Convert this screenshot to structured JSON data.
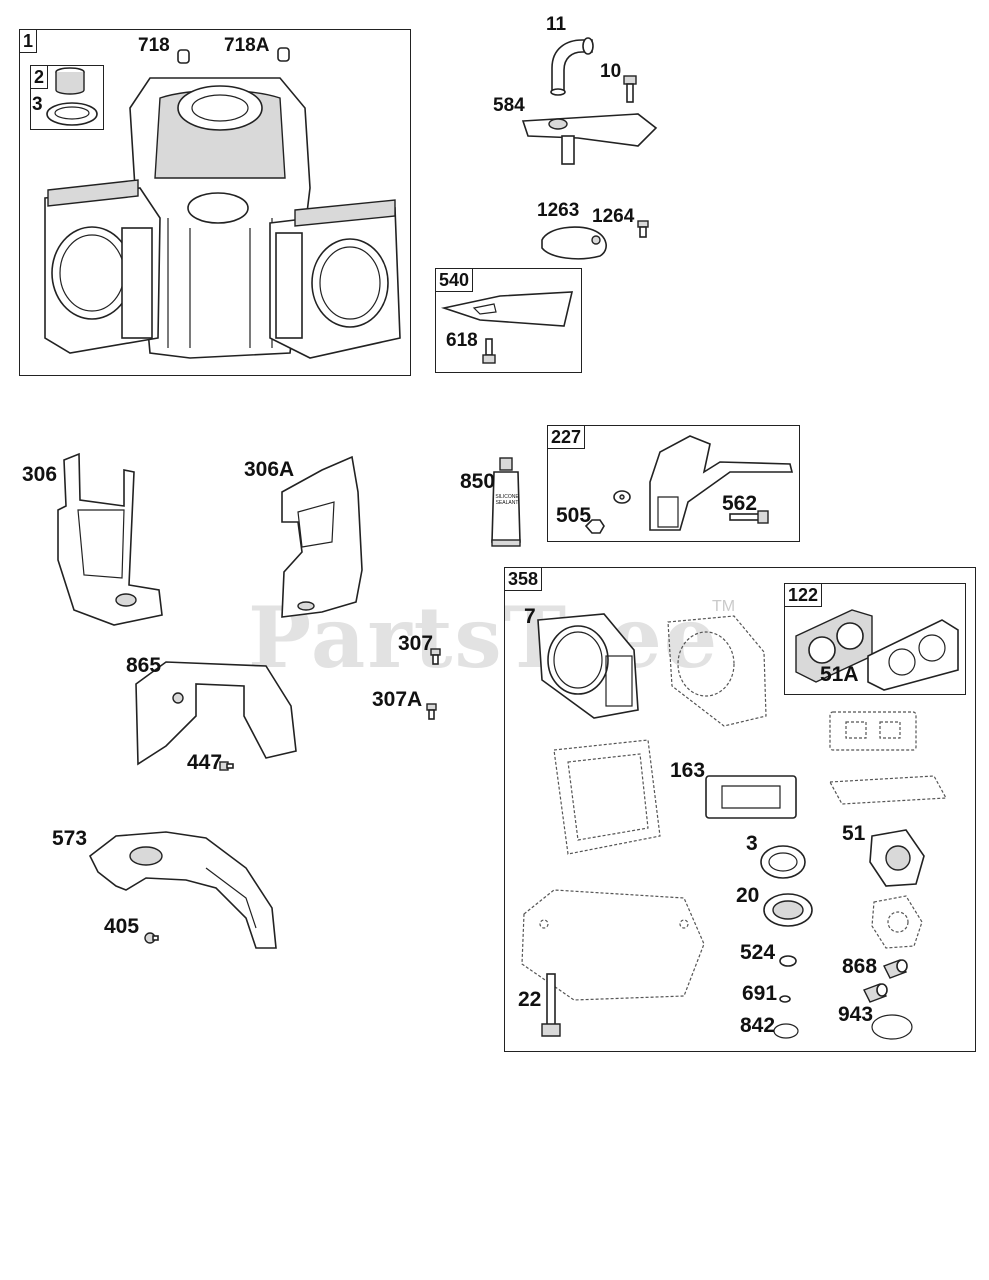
{
  "watermark": {
    "text": "PartsTree",
    "trademark": "TM"
  },
  "boxes": {
    "b1": "1",
    "b540": "540",
    "b227": "227",
    "b358": "358",
    "b122": "122",
    "b2": "2"
  },
  "labels": {
    "p718": "718",
    "p718A": "718A",
    "p3top": "3",
    "p11": "11",
    "p10": "10",
    "p584": "584",
    "p1263": "1263",
    "p1264": "1264",
    "p618": "618",
    "p306": "306",
    "p306A": "306A",
    "p850": "850",
    "p505": "505",
    "p562": "562",
    "p307": "307",
    "p307A": "307A",
    "p865": "865",
    "p447": "447",
    "p573": "573",
    "p405": "405",
    "p7": "7",
    "p51A": "51A",
    "p163": "163",
    "p3": "3",
    "p51": "51",
    "p20": "20",
    "p524": "524",
    "p868": "868",
    "p691": "691",
    "p22": "22",
    "p842": "842",
    "p943": "943"
  },
  "sealant_tube_text": "SILICONE SEALANT"
}
